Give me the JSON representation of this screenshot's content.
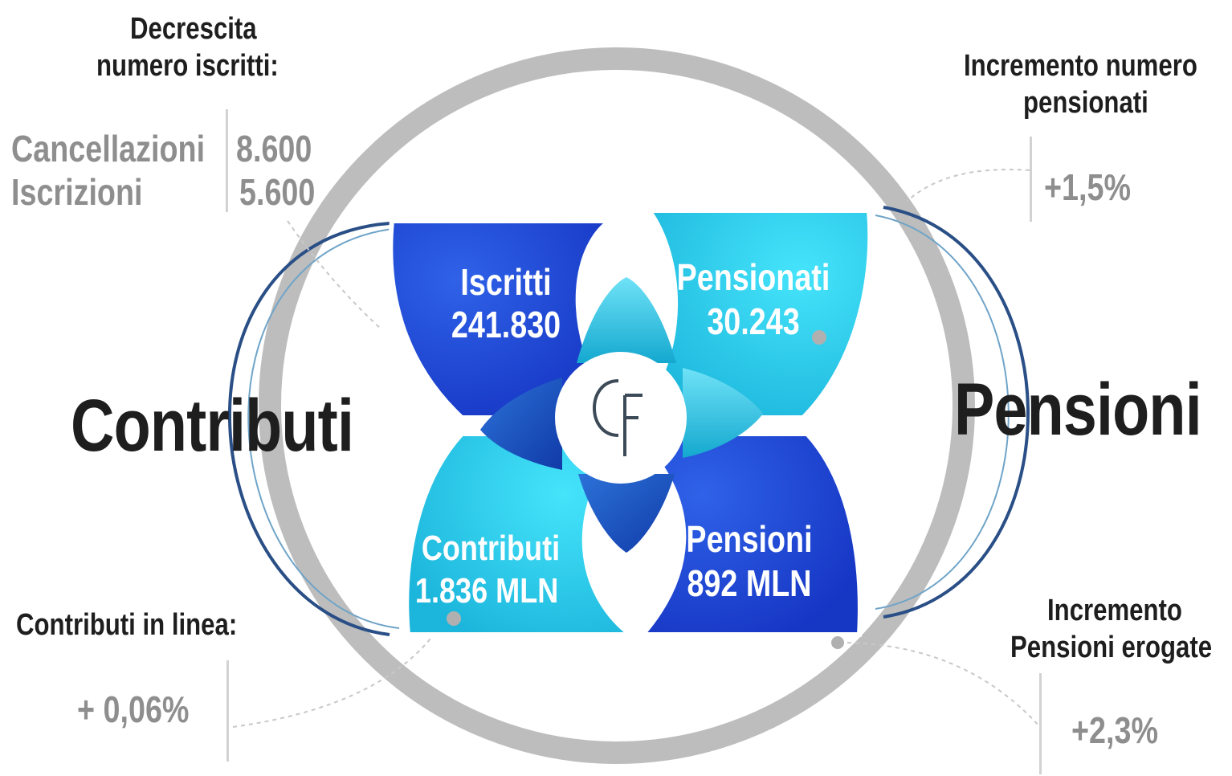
{
  "top_left": {
    "heading_line1": "Decrescita",
    "heading_line2": "numero iscritti:",
    "rows": [
      {
        "label": "Cancellazioni",
        "value": "8.600"
      },
      {
        "label": "Iscrizioni",
        "value": "5.600"
      }
    ]
  },
  "top_right": {
    "heading_line1": "Incremento numero",
    "heading_line2": "pensionati",
    "value": "+1,5%"
  },
  "bottom_left": {
    "heading": "Contributi  in linea:",
    "value": "+ 0,06%"
  },
  "bottom_right": {
    "heading_line1": "Incremento",
    "heading_line2": "Pensioni erogate",
    "value": "+2,3%"
  },
  "side_labels": {
    "left": "Contributi",
    "right": "Pensioni"
  },
  "petals": {
    "iscritti": {
      "label": "Iscritti",
      "value": "241.830"
    },
    "pensionati": {
      "label": "Pensionati",
      "value": "30.243"
    },
    "contributi": {
      "label": "Contributi",
      "value": "1.836 MLN"
    },
    "pensioni": {
      "label": "Pensioni",
      "value": "892 MLN"
    }
  },
  "logo_text": "CF",
  "colors": {
    "dark_blue": "#1a3fd0",
    "light_blue": "#22c8ec",
    "ring_gray": "#b9b9b9",
    "outline_blue": "#2a5a90"
  }
}
